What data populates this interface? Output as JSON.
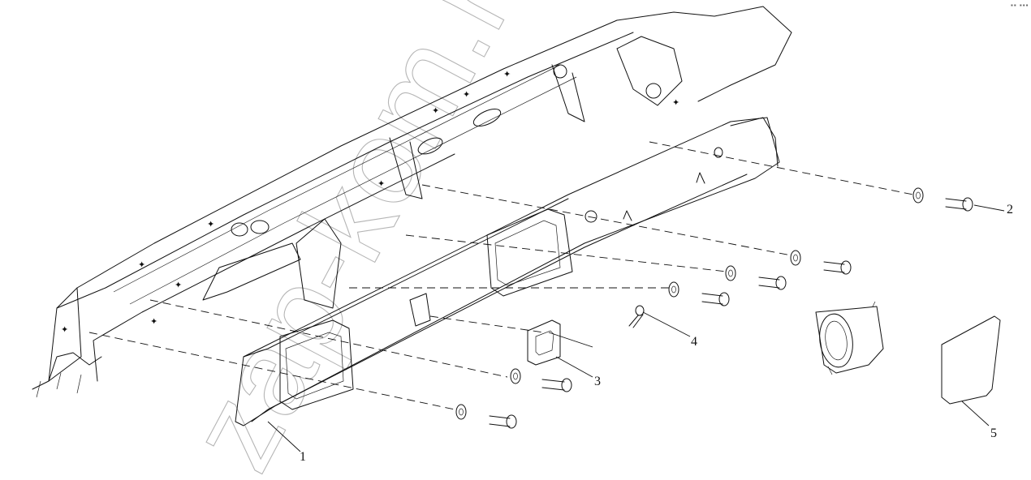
{
  "figure": {
    "callouts": [
      {
        "id": "1",
        "label": "1"
      },
      {
        "id": "2",
        "label": "2"
      },
      {
        "id": "3",
        "label": "3"
      },
      {
        "id": "4",
        "label": "4"
      },
      {
        "id": "5",
        "label": "5"
      }
    ],
    "corner_mark": "▪▪ ▪▪▪",
    "watermark": "zap-kom.ru"
  }
}
